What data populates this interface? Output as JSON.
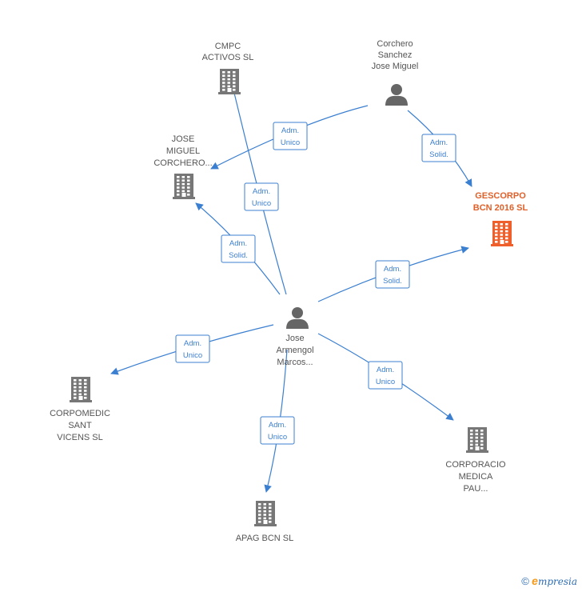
{
  "colors": {
    "edge": "#3b7fd0",
    "company": "#777777",
    "company_highlight": "#ee5f2b",
    "person": "#666666",
    "label": "#555555",
    "label_highlight": "#e0602a"
  },
  "nodes": [
    {
      "id": "cmpc",
      "type": "company",
      "lines": [
        "CMPC",
        "ACTIVOS  SL"
      ],
      "icon": "building-icon"
    },
    {
      "id": "corchero_sanchez",
      "type": "person",
      "lines": [
        "Corchero",
        "Sanchez",
        "Jose Miguel"
      ],
      "icon": "person-icon"
    },
    {
      "id": "jose_miguel_corchero",
      "type": "company",
      "lines": [
        "JOSE",
        "MIGUEL",
        "CORCHERO..."
      ],
      "icon": "building-icon"
    },
    {
      "id": "gescorpo",
      "type": "company",
      "highlight": true,
      "lines": [
        "GESCORPO",
        "BCN 2016  SL"
      ],
      "icon": "building-icon"
    },
    {
      "id": "jose_armengol",
      "type": "person",
      "lines": [
        "Jose",
        "Armengol",
        "Marcos..."
      ],
      "icon": "person-icon"
    },
    {
      "id": "corpomedic",
      "type": "company",
      "lines": [
        "CORPOMEDIC",
        "SANT",
        "VICENS  SL"
      ],
      "icon": "building-icon"
    },
    {
      "id": "corporacio",
      "type": "company",
      "lines": [
        "CORPORACIO",
        "MEDICA",
        "PAU..."
      ],
      "icon": "building-icon"
    },
    {
      "id": "apag",
      "type": "company",
      "lines": [
        "APAG BCN  SL"
      ],
      "icon": "building-icon"
    }
  ],
  "edges": [
    {
      "id": "e1",
      "from": "corchero_sanchez",
      "to": "jose_miguel_corchero",
      "lines": [
        "Adm.",
        "Unico"
      ]
    },
    {
      "id": "e2",
      "from": "corchero_sanchez",
      "to": "gescorpo",
      "lines": [
        "Adm.",
        "Solid."
      ]
    },
    {
      "id": "e3",
      "from": "jose_armengol",
      "to": "cmpc",
      "lines": [
        "Adm.",
        "Unico"
      ]
    },
    {
      "id": "e4",
      "from": "jose_armengol",
      "to": "jose_miguel_corchero",
      "lines": [
        "Adm.",
        "Solid."
      ]
    },
    {
      "id": "e5",
      "from": "jose_armengol",
      "to": "gescorpo",
      "lines": [
        "Adm.",
        "Solid."
      ]
    },
    {
      "id": "e6",
      "from": "jose_armengol",
      "to": "corpomedic",
      "lines": [
        "Adm.",
        "Unico"
      ]
    },
    {
      "id": "e7",
      "from": "jose_armengol",
      "to": "corporacio",
      "lines": [
        "Adm.",
        "Unico"
      ]
    },
    {
      "id": "e8",
      "from": "jose_armengol",
      "to": "apag",
      "lines": [
        "Adm.",
        "Unico"
      ]
    }
  ],
  "footer": {
    "copyright": "©",
    "brand_initial": "e",
    "brand_rest": "mpresia"
  }
}
